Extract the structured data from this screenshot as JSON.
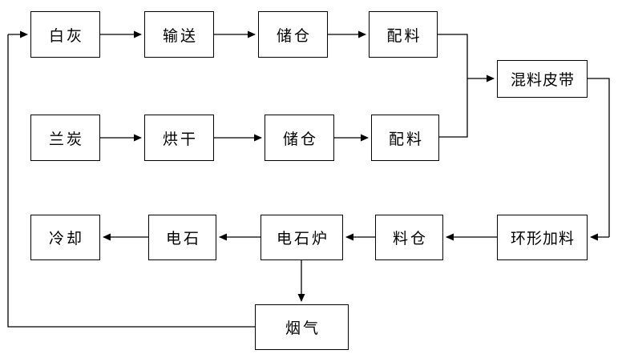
{
  "diagram": {
    "type": "process-flowchart",
    "background": "#ffffff",
    "line_color": "#000000",
    "box_border_color": "#000000",
    "nodes": {
      "lime": {
        "label": "白灰"
      },
      "convey": {
        "label": "输送"
      },
      "bin1": {
        "label": "储仓"
      },
      "batch1": {
        "label": "配料"
      },
      "semicoke": {
        "label": "兰炭"
      },
      "dry": {
        "label": "烘干"
      },
      "bin2": {
        "label": "储仓"
      },
      "batch2": {
        "label": "配料"
      },
      "mixbelt": {
        "label": "混料皮带"
      },
      "ringfeed": {
        "label": "环形加料"
      },
      "cool": {
        "label": "冷却"
      },
      "carbide": {
        "label": "电石"
      },
      "furnace": {
        "label": "电石炉"
      },
      "silo": {
        "label": "料仓"
      },
      "fluegas": {
        "label": "烟气"
      }
    },
    "edges": [
      {
        "from": "lime",
        "to": "convey"
      },
      {
        "from": "convey",
        "to": "bin1"
      },
      {
        "from": "bin1",
        "to": "batch1"
      },
      {
        "from": "batch1",
        "to": "mixbelt"
      },
      {
        "from": "semicoke",
        "to": "dry"
      },
      {
        "from": "dry",
        "to": "bin2"
      },
      {
        "from": "bin2",
        "to": "batch2"
      },
      {
        "from": "batch2",
        "to": "mixbelt"
      },
      {
        "from": "mixbelt",
        "to": "ringfeed"
      },
      {
        "from": "ringfeed",
        "to": "silo"
      },
      {
        "from": "silo",
        "to": "furnace"
      },
      {
        "from": "furnace",
        "to": "carbide"
      },
      {
        "from": "carbide",
        "to": "cool"
      },
      {
        "from": "furnace",
        "to": "fluegas"
      },
      {
        "from": "fluegas",
        "to": "lime"
      }
    ]
  }
}
